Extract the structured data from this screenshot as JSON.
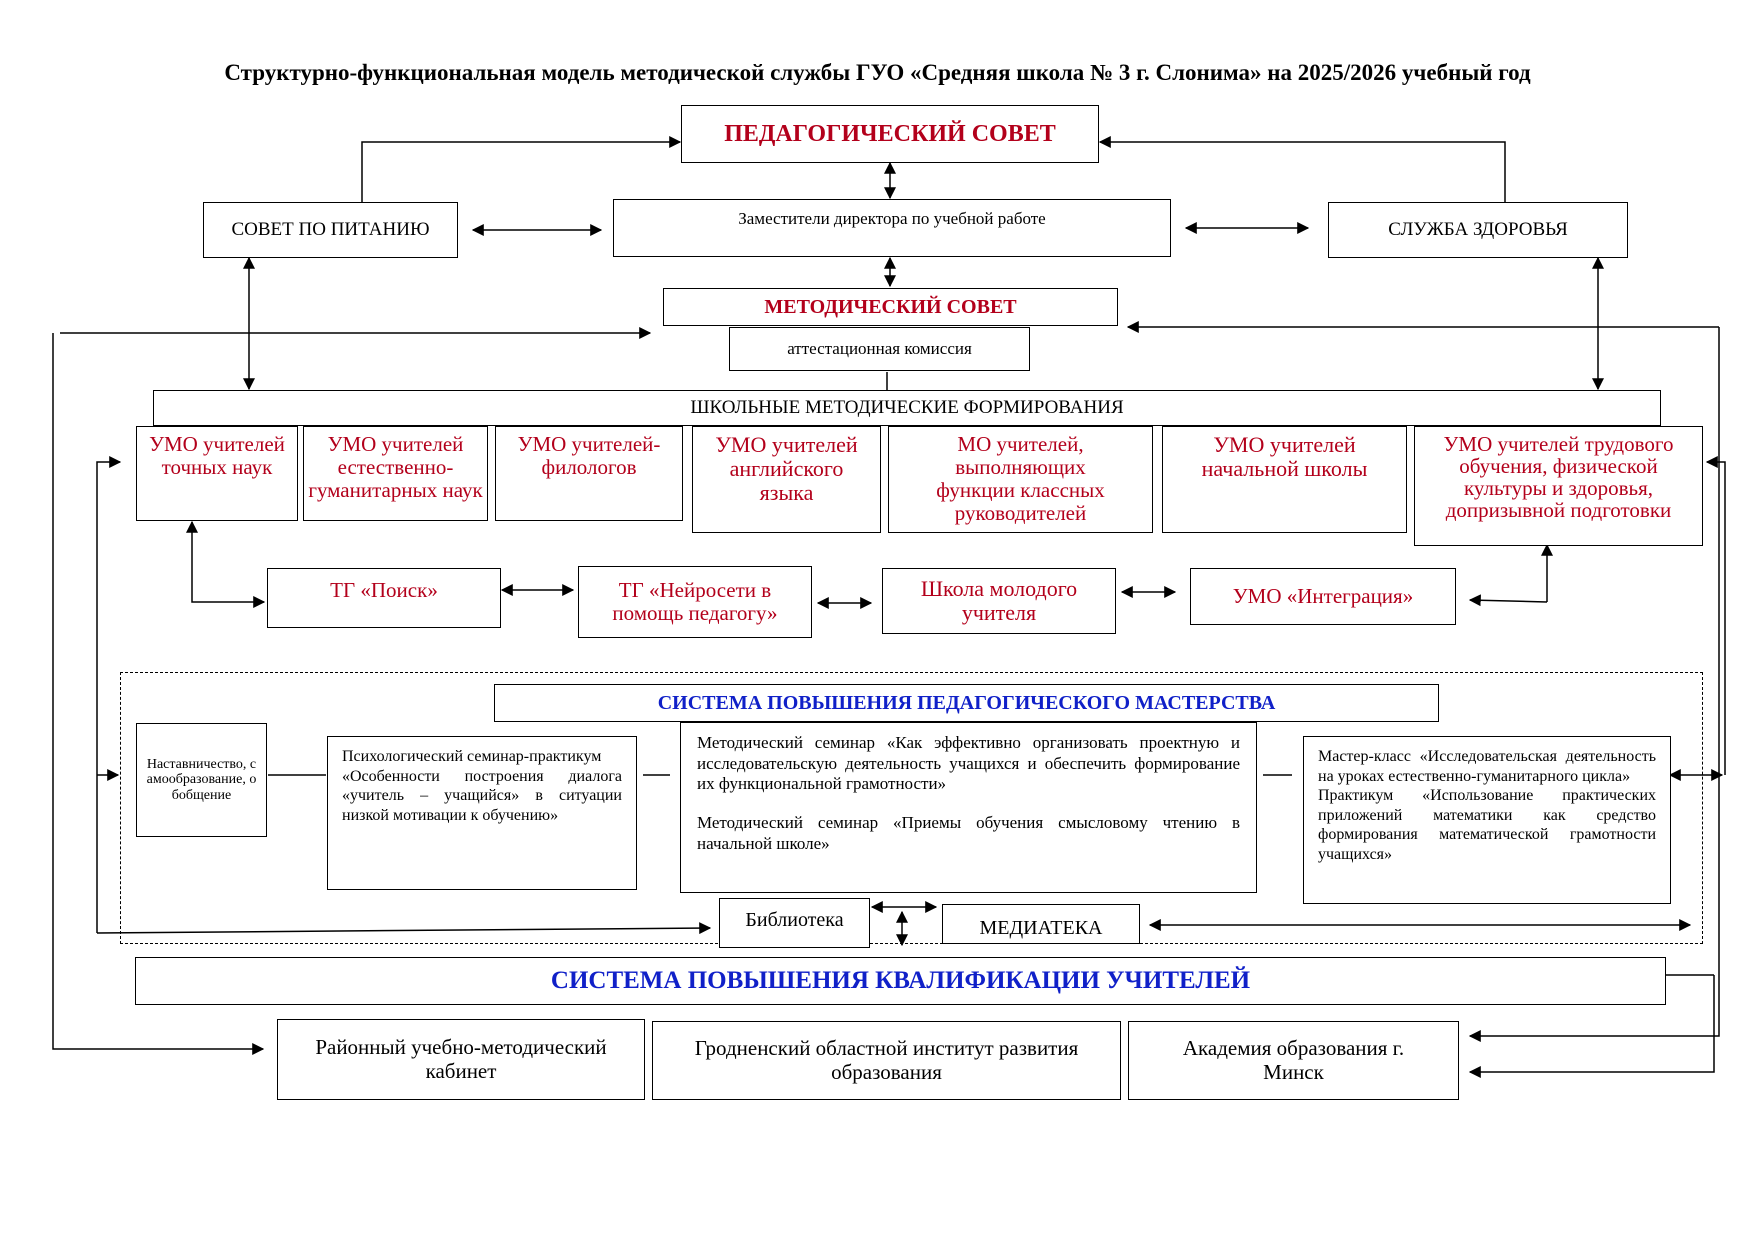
{
  "title": "Структурно-функциональная модель методической службы ГУО «Средняя школа № 3 г. Слонима» на 2025/2026 учебный год",
  "ped_council": "ПЕДАГОГИЧЕСКИЙ СОВЕТ",
  "nutrition_council": "СОВЕТ ПО ПИТАНИЮ",
  "deputies": "Заместители директора по учебной работе",
  "health_service": "СЛУЖБА ЗДОРОВЬЯ",
  "method_council": "МЕТОДИЧЕСКИЙ СОВЕТ",
  "attestation": "аттестационная комиссия",
  "school_formations": "ШКОЛЬНЫЕ МЕТОДИЧЕСКИЕ ФОРМИРОВАНИЯ",
  "umo": [
    "УМО учителей точных наук",
    "УМО учителей естественно-гуманитарных наук",
    "УМО учителей-филологов",
    "УМО учителей английского языка",
    "МО учителей, выполняющих функции классных руководителей",
    "УМО учителей начальной школы",
    "УМО учителей трудового обучения, физической культуры и здоровья, допризывной подготовки"
  ],
  "groups": [
    "ТГ «Поиск»",
    "ТГ «Нейросети в помощь педагогу»",
    "Школа молодого учителя",
    "УМО «Интеграция»"
  ],
  "mastery_title": "СИСТЕМА ПОВЫШЕНИЯ ПЕДАГОГИЧЕСКОГО МАСТЕРСТВА",
  "mentoring": "Наставничество, самообразование, обобщение",
  "psych_seminar": {
    "line1": "Психологический семинар-практикум",
    "line2": "«Особенности построения диалога «учитель – учащийся» в ситуации низкой мотивации к обучению»"
  },
  "method_seminars": {
    "s1": "Методический семинар «Как эффективно организовать проектную и исследовательскую деятельность учащихся и обеспечить формирование их функциональной грамотности»",
    "s2": "Методический семинар «Приемы обучения смысловому чтению в начальной школе»"
  },
  "master_class": {
    "m1": "Мастер-класс «Исследовательская деятельность на уроках естественно-гуманитарного цикла»",
    "m2": "Практикум «Использование практических приложений математики как средство формирования математической грамотности учащихся»"
  },
  "library": "Библиотека",
  "mediateka": "МЕДИАТЕКА",
  "qualification": "СИСТЕМА ПОВЫШЕНИЯ КВАЛИФИКАЦИИ УЧИТЕЛЕЙ",
  "institutions": [
    "Районный учебно-методический кабинет",
    "Гродненский областной институт развития образования",
    "Академия образования г. Минск"
  ],
  "colors": {
    "red": "#b3001b",
    "blue": "#1020c8"
  }
}
